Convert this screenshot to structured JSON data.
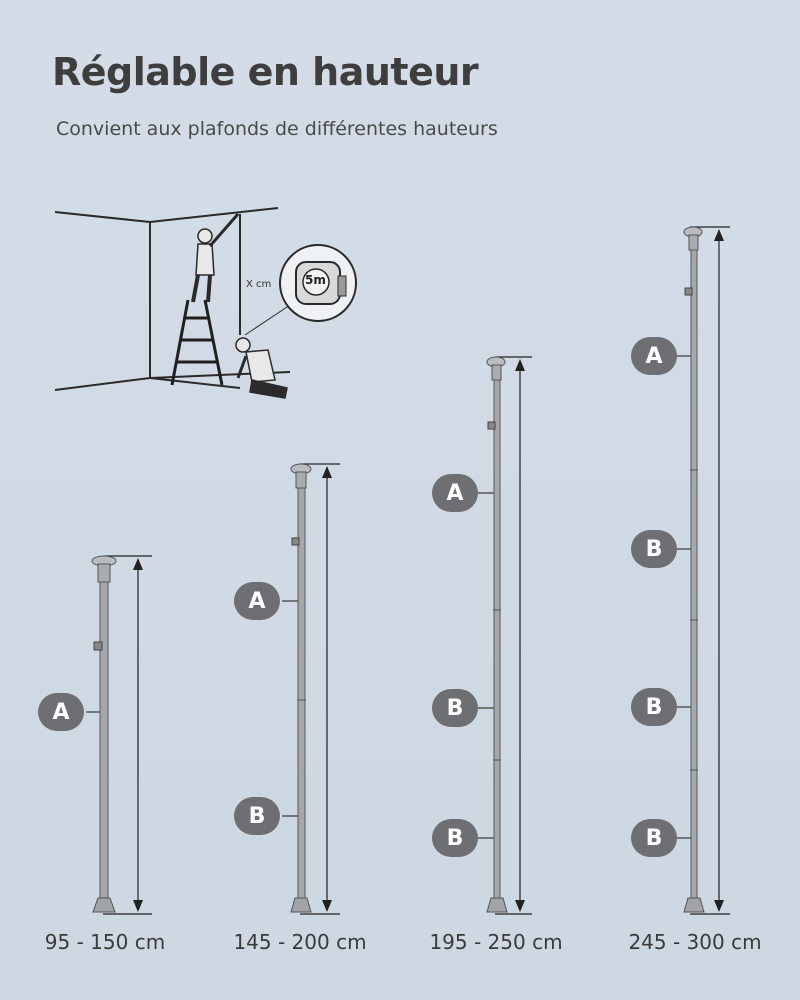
{
  "header": {
    "title": "Réglable en hauteur",
    "subtitle": "Convient aux plafonds de différentes hauteurs"
  },
  "illustration": {
    "measure_label": "X cm",
    "tape_label": "5m"
  },
  "poles": [
    {
      "range": "95 - 150 cm",
      "segments": [
        "A"
      ]
    },
    {
      "range": "145 - 200 cm",
      "segments": [
        "A",
        "B"
      ]
    },
    {
      "range": "195 - 250 cm",
      "segments": [
        "A",
        "B",
        "B"
      ]
    },
    {
      "range": "245 - 300 cm",
      "segments": [
        "A",
        "B",
        "B",
        "B"
      ]
    }
  ],
  "colors": {
    "background": "#d0dae4",
    "badge": "#6d6f72",
    "pole": "#9ea2a6"
  },
  "icons": [
    "tension-pole-icon",
    "measuring-tape-icon",
    "ladder-icon",
    "person-icon"
  ]
}
